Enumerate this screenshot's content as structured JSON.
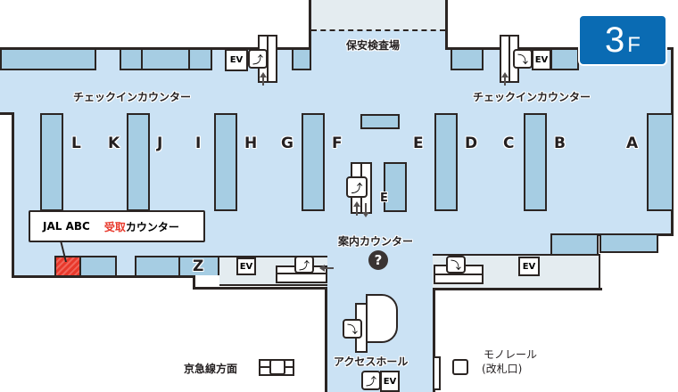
{
  "floor_badge": {
    "number": "3",
    "suffix": "F",
    "color": "#0a6bb3"
  },
  "areas": {
    "security": "保安検査場",
    "checkin_left": "チェックインカウンター",
    "checkin_right": "チェックインカウンター",
    "info_counter": "案内カウンター",
    "access_hall": "アクセスホール",
    "keikyu": "京急線方面",
    "monorail_line1": "モノレール",
    "monorail_line2": "(改札口)"
  },
  "counters": {
    "L": "L",
    "K": "K",
    "J": "J",
    "I": "I",
    "H": "H",
    "G": "G",
    "F": "F",
    "E": "E",
    "E2": "E",
    "D": "D",
    "C": "C",
    "B": "B",
    "A": "A",
    "Z": "Z"
  },
  "callout": {
    "airline": "JAL ABC",
    "highlight": "受取",
    "rest": "カウンター",
    "highlight_color": "#e8382b"
  },
  "facilities": {
    "ev": "EV",
    "info_icon": "?"
  },
  "colors": {
    "floor": "#cbe2f4",
    "counter": "#a6cde3",
    "wall": "#2b2523",
    "corridor": "#e4ecf0"
  }
}
